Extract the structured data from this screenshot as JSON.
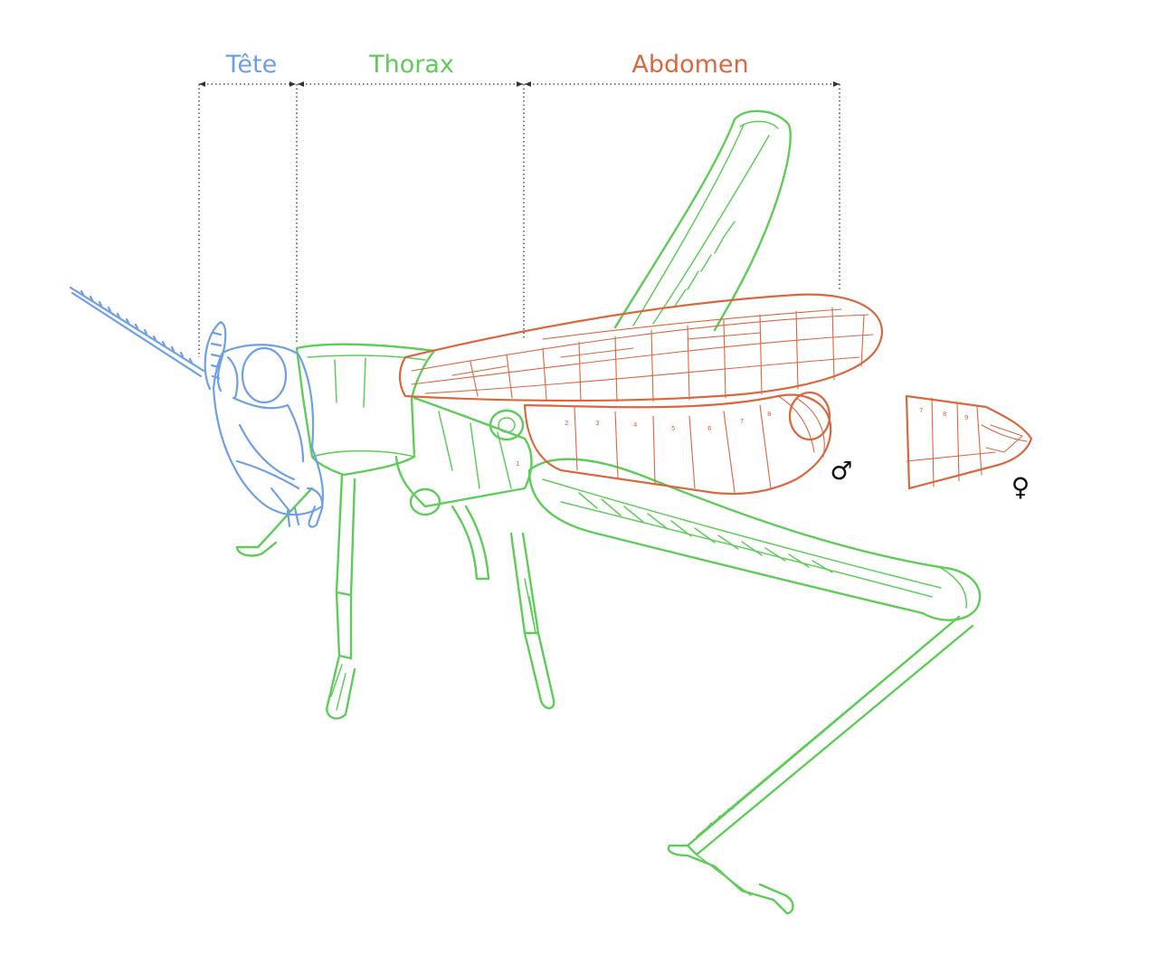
{
  "segments": {
    "head": {
      "label": "Tête",
      "color": "#6f9fe6"
    },
    "thorax": {
      "label": "Thorax",
      "color": "#5fcc5a"
    },
    "abdomen": {
      "label": "Abdomen",
      "color": "#d9673f"
    }
  },
  "sex_symbols": {
    "male": "♂",
    "female": "♀"
  },
  "abdomen_segment_numbers": {
    "male": [
      "1",
      "2",
      "3",
      "4",
      "5",
      "6",
      "7",
      "8"
    ],
    "female": [
      "7",
      "8",
      "9"
    ]
  }
}
